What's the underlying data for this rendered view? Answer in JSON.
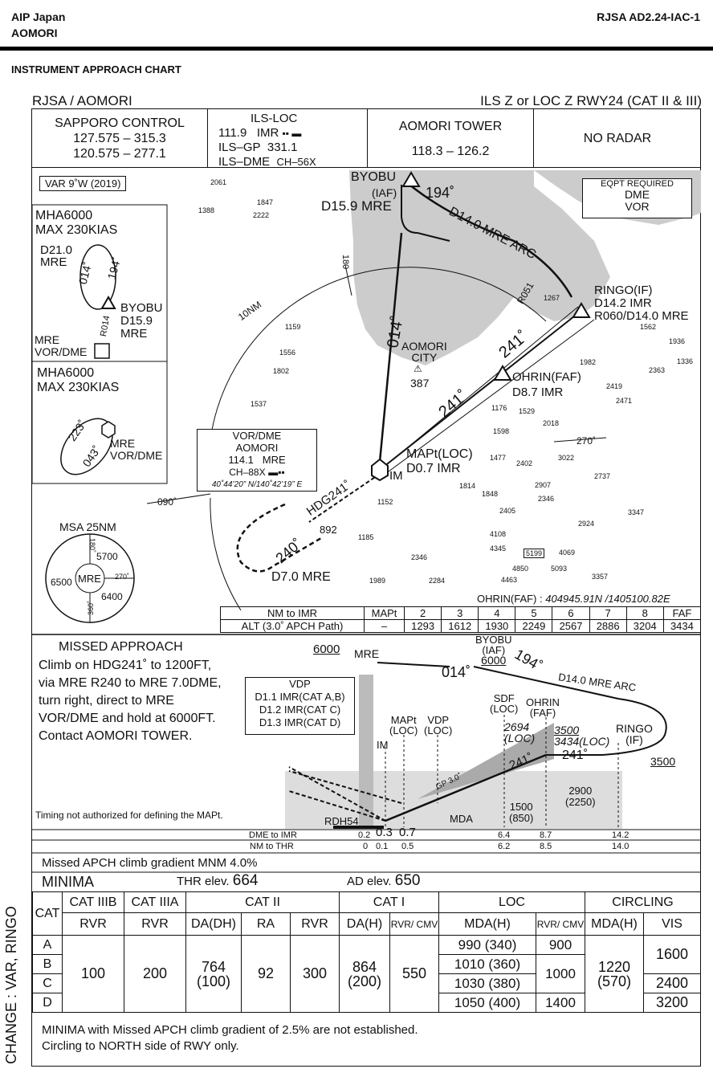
{
  "header": {
    "country": "AIP Japan",
    "city": "AOMORI",
    "doc_id": "RJSA AD2.24-IAC-1",
    "chart_type": "INSTRUMENT APPROACH CHART",
    "airport": "RJSA / AOMORI",
    "procedure": "ILS Z or LOC Z RWY24 (CAT II & III)"
  },
  "comm": {
    "approach": {
      "name": "SAPPORO CONTROL",
      "freq1": "127.575 – 315.3",
      "freq2": "120.575 – 277.1"
    },
    "ils": {
      "title": "ILS-LOC",
      "loc": "111.9",
      "loc_id": "IMR",
      "gp_label": "ILS–GP",
      "gp": "331.1",
      "dme_label": "ILS–DME",
      "dme_ch": "CH–56X"
    },
    "tower": {
      "name": "AOMORI TOWER",
      "freq": "118.3 – 126.2"
    },
    "radar": "NO RADAR"
  },
  "plan": {
    "var": "VAR 9˚W (2019)",
    "eqpt_title": "EQPT REQUIRED",
    "eqpt": [
      "DME",
      "VOR"
    ],
    "hold1": {
      "mha": "MHA6000",
      "speed": "MAX 230KIAS",
      "fix": "D21.0",
      "fix2": "MRE",
      "in": "194˚",
      "out": "014˚",
      "byobu": "BYOBU",
      "d": "D15.9",
      "mre": "MRE",
      "radial": "R014",
      "vor1": "MRE",
      "vor2": "VOR/DME"
    },
    "hold2": {
      "mha": "MHA6000",
      "speed": "MAX 230KIAS",
      "in": "223˚",
      "out": "043˚",
      "vor1": "MRE",
      "vor2": "VOR/DME"
    },
    "msa": {
      "title": "MSA 25NM",
      "center": "MRE",
      "sectors": [
        "5700",
        "6500",
        "6400"
      ],
      "bearings": [
        "180˚",
        "270˚",
        "360˚"
      ]
    },
    "byobu": {
      "name": "BYOBU",
      "iaf": "(IAF)",
      "dme": "D15.9 MRE",
      "course": "194˚"
    },
    "arc": "D14.0 MRE ARC",
    "ringo": {
      "name": "RINGO(IF)",
      "d1": "D14.2 IMR",
      "d2": "R060/D14.0 MRE"
    },
    "r051": "R051",
    "loc_course": "241˚",
    "ohrin": {
      "name": "OHRIN(FAF)",
      "dme": "D8.7 IMR"
    },
    "mapt": {
      "name": "MAPt(LOC)",
      "dme": "D0.7 IMR"
    },
    "im": "IM",
    "hdg": "HDG241˚",
    "d7": "D7.0 MRE",
    "turn": "240˚",
    "inbound014": "014˚",
    "r180": "180",
    "r270": "270˚",
    "r090": "090˚",
    "nm10": "10NM",
    "city": {
      "name": "AOMORI",
      "name2": "CITY",
      "elev": "387"
    },
    "obs892": "892",
    "vor_box": {
      "title": "VOR/DME",
      "name": "AOMORI",
      "freq": "114.1",
      "id": "MRE",
      "ch": "CH–88X",
      "coords": "40˚44’20” N/140˚42’19” E"
    },
    "spot_elevs": [
      "2061",
      "1847",
      "1388",
      "2222",
      "1159",
      "1556",
      "1802",
      "1537",
      "1267",
      "1562",
      "1936",
      "1336",
      "2363",
      "1982",
      "2419",
      "2471",
      "1176",
      "1529",
      "2018",
      "1598",
      "1477",
      "2402",
      "3022",
      "1814",
      "1848",
      "2907",
      "2346",
      "1152",
      "2405",
      "2737",
      "3347",
      "2924",
      "1185",
      "4108",
      "4345",
      "5199",
      "4069",
      "2346",
      "4850",
      "5093",
      "1989",
      "2284",
      "4463",
      "3357"
    ],
    "ohrin_coord_label": "OHRIN(FAF) :",
    "ohrin_coord": "404945.91N /1405100.82E"
  },
  "alt_table": {
    "header": [
      "NM to IMR",
      "MAPt",
      "2",
      "3",
      "4",
      "5",
      "6",
      "7",
      "8",
      "FAF"
    ],
    "row": [
      "ALT (3.0˚ APCH Path)",
      "–",
      "1293",
      "1612",
      "1930",
      "2249",
      "2567",
      "2886",
      "3204",
      "3434"
    ]
  },
  "missed": {
    "title": "MISSED APPROACH",
    "lines": [
      "Climb on HDG241˚ to 1200FT,",
      "via MRE R240 to MRE 7.0DME,",
      "turn right, direct to MRE",
      "VOR/DME and hold at 6000FT.",
      "Contact  AOMORI  TOWER."
    ],
    "timing": "Timing not authorized for defining the MAPt."
  },
  "vdp": {
    "title": "VDP",
    "lines": [
      "D1.1 IMR(CAT A,B)",
      "D1.2 IMR(CAT C)",
      "D1.3 IMR(CAT D)"
    ]
  },
  "profile": {
    "alt6000": "6000",
    "mre": "MRE",
    "c014": "014˚",
    "byobu": "BYOBU",
    "iaf": "(IAF)",
    "byobu_alt": "6000",
    "c194": "194˚",
    "arc": "D14.0 MRE ARC",
    "sdf": "SDF",
    "sdf2": "(LOC)",
    "ohrin": "OHRIN",
    "faf": "(FAF)",
    "mapt": "MAPt",
    "mapt2": "(LOC)",
    "vdp": "VDP",
    "vdp2": "(LOC)",
    "im": "IM",
    "sdf_alt": "2694",
    "sdf_alt2": "(LOC)",
    "faf_alt": "3500",
    "faf_alt2": "3434(LOC)",
    "ringo": "RINGO",
    "ringo2": "(IF)",
    "ringo_alt": "3500",
    "c241": "241˚",
    "c241b": "241˚",
    "gp": "GP 3.0˚",
    "box1": "1500",
    "box1b": "(850)",
    "box2": "2900",
    "box2b": "(2250)",
    "mda": "MDA",
    "rdh": "RDH54",
    "n03": "0.3",
    "n07": "0.7",
    "dme_label": "DME to IMR",
    "thr_label": "NM to THR",
    "dme": [
      "0.2",
      "6.4",
      "8.7",
      "14.2"
    ],
    "thr": [
      "0",
      "0.1",
      "0.5",
      "6.2",
      "8.5",
      "14.0"
    ]
  },
  "climb_gradient": "Missed APCH climb gradient MNM 4.0%",
  "minima": {
    "title": "MINIMA",
    "thr_label": "THR elev.",
    "thr_elev": "664",
    "ad_label": "AD elev.",
    "ad_elev": "650",
    "h_cat": "CAT",
    "h_3b": "CAT IIIB",
    "h_3a": "CAT IIIA",
    "h_2": "CAT II",
    "h_1": "CAT I",
    "h_loc": "LOC",
    "h_circ": "CIRCLING",
    "sub": [
      "RVR",
      "RVR",
      "DA(DH)",
      "RA",
      "RVR",
      "DA(H)",
      "RVR/ CMV",
      "MDA(H)",
      "RVR/ CMV",
      "MDA(H)",
      "VIS"
    ],
    "cats": [
      "A",
      "B",
      "C",
      "D"
    ],
    "rvr3b": "100",
    "rvr3a": "200",
    "da2": "764",
    "dh2": "(100)",
    "ra2": "92",
    "rvr2": "300",
    "da1": "864",
    "dh1": "(200)",
    "rvr1": "550",
    "loc_mda": [
      "990 (340)",
      "1010 (360)",
      "1030 (380)",
      "1050 (400)"
    ],
    "loc_rvr": [
      "900",
      "1000",
      "1400"
    ],
    "circ_mda": "1220",
    "circ_mdh": "(570)",
    "vis": [
      "1600",
      "2400",
      "3200"
    ]
  },
  "notes": [
    "MINIMA with Missed APCH climb gradient of 2.5% are not established.",
    "Circling to NORTH side of RWY only."
  ],
  "change": "CHANGE : VAR, RINGO"
}
